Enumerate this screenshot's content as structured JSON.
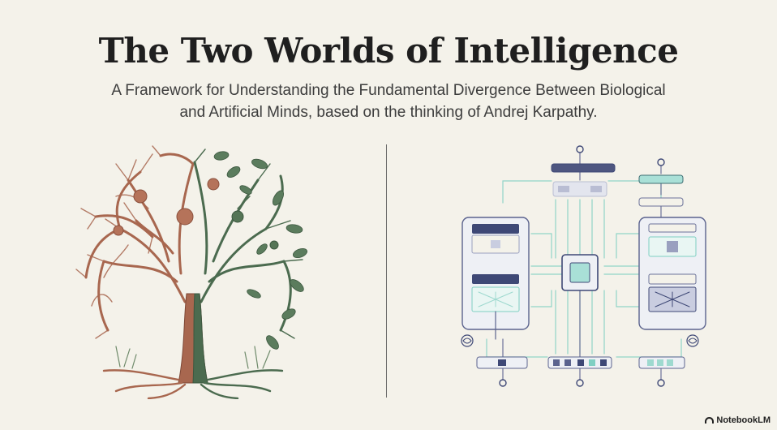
{
  "title": "The Two Worlds of Intelligence",
  "subtitle_line1": "A Framework for Understanding the Fundamental Divergence Between Biological",
  "subtitle_line2": "and Artificial Minds, based on the thinking of Andrej Karpathy.",
  "badge": {
    "label": "NotebookLM",
    "icon": "notebooklm-logo-icon"
  },
  "illustrations": {
    "left": "tree-neuron-illustration",
    "right": "neural-network-diagram"
  },
  "colors": {
    "background": "#f4f2ea",
    "branch_brown": "#a8674f",
    "leaf_green": "#4b6b4f",
    "diagram_navy": "#3e4876",
    "diagram_teal": "#7fcfc2"
  }
}
